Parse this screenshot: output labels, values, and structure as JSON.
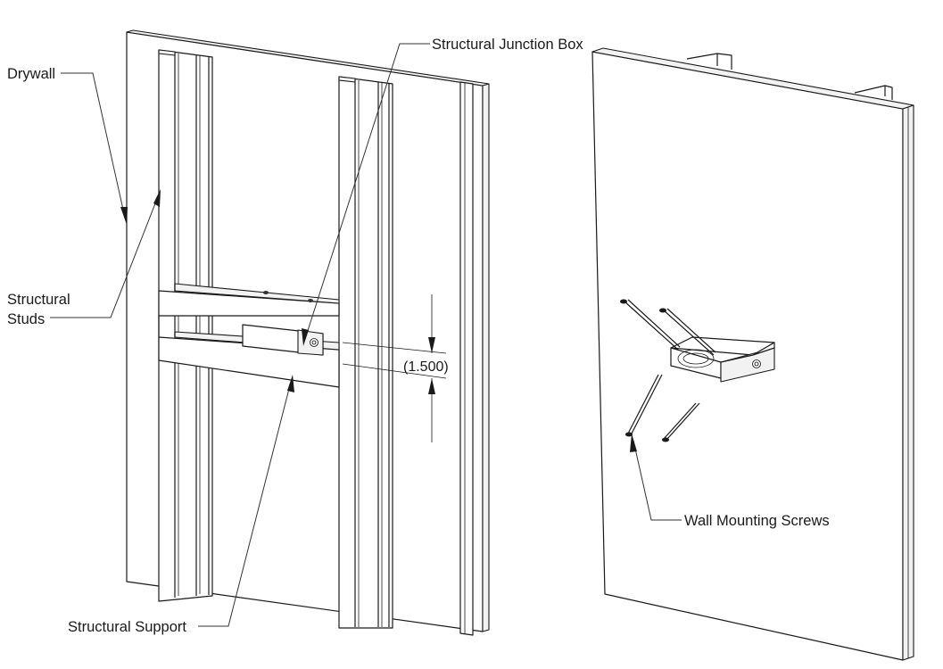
{
  "labels": {
    "drywall": "Drywall",
    "structural_studs_line1": "Structural",
    "structural_studs_line2": "Studs",
    "junction_box": "Structural Junction Box",
    "support": "Structural Support",
    "screws": "Wall Mounting Screws"
  },
  "dimension": {
    "value": "(1.500)"
  },
  "icons": {
    "leader_arrowheads": "arrowhead",
    "dimension_arrows": "arrowhead"
  }
}
